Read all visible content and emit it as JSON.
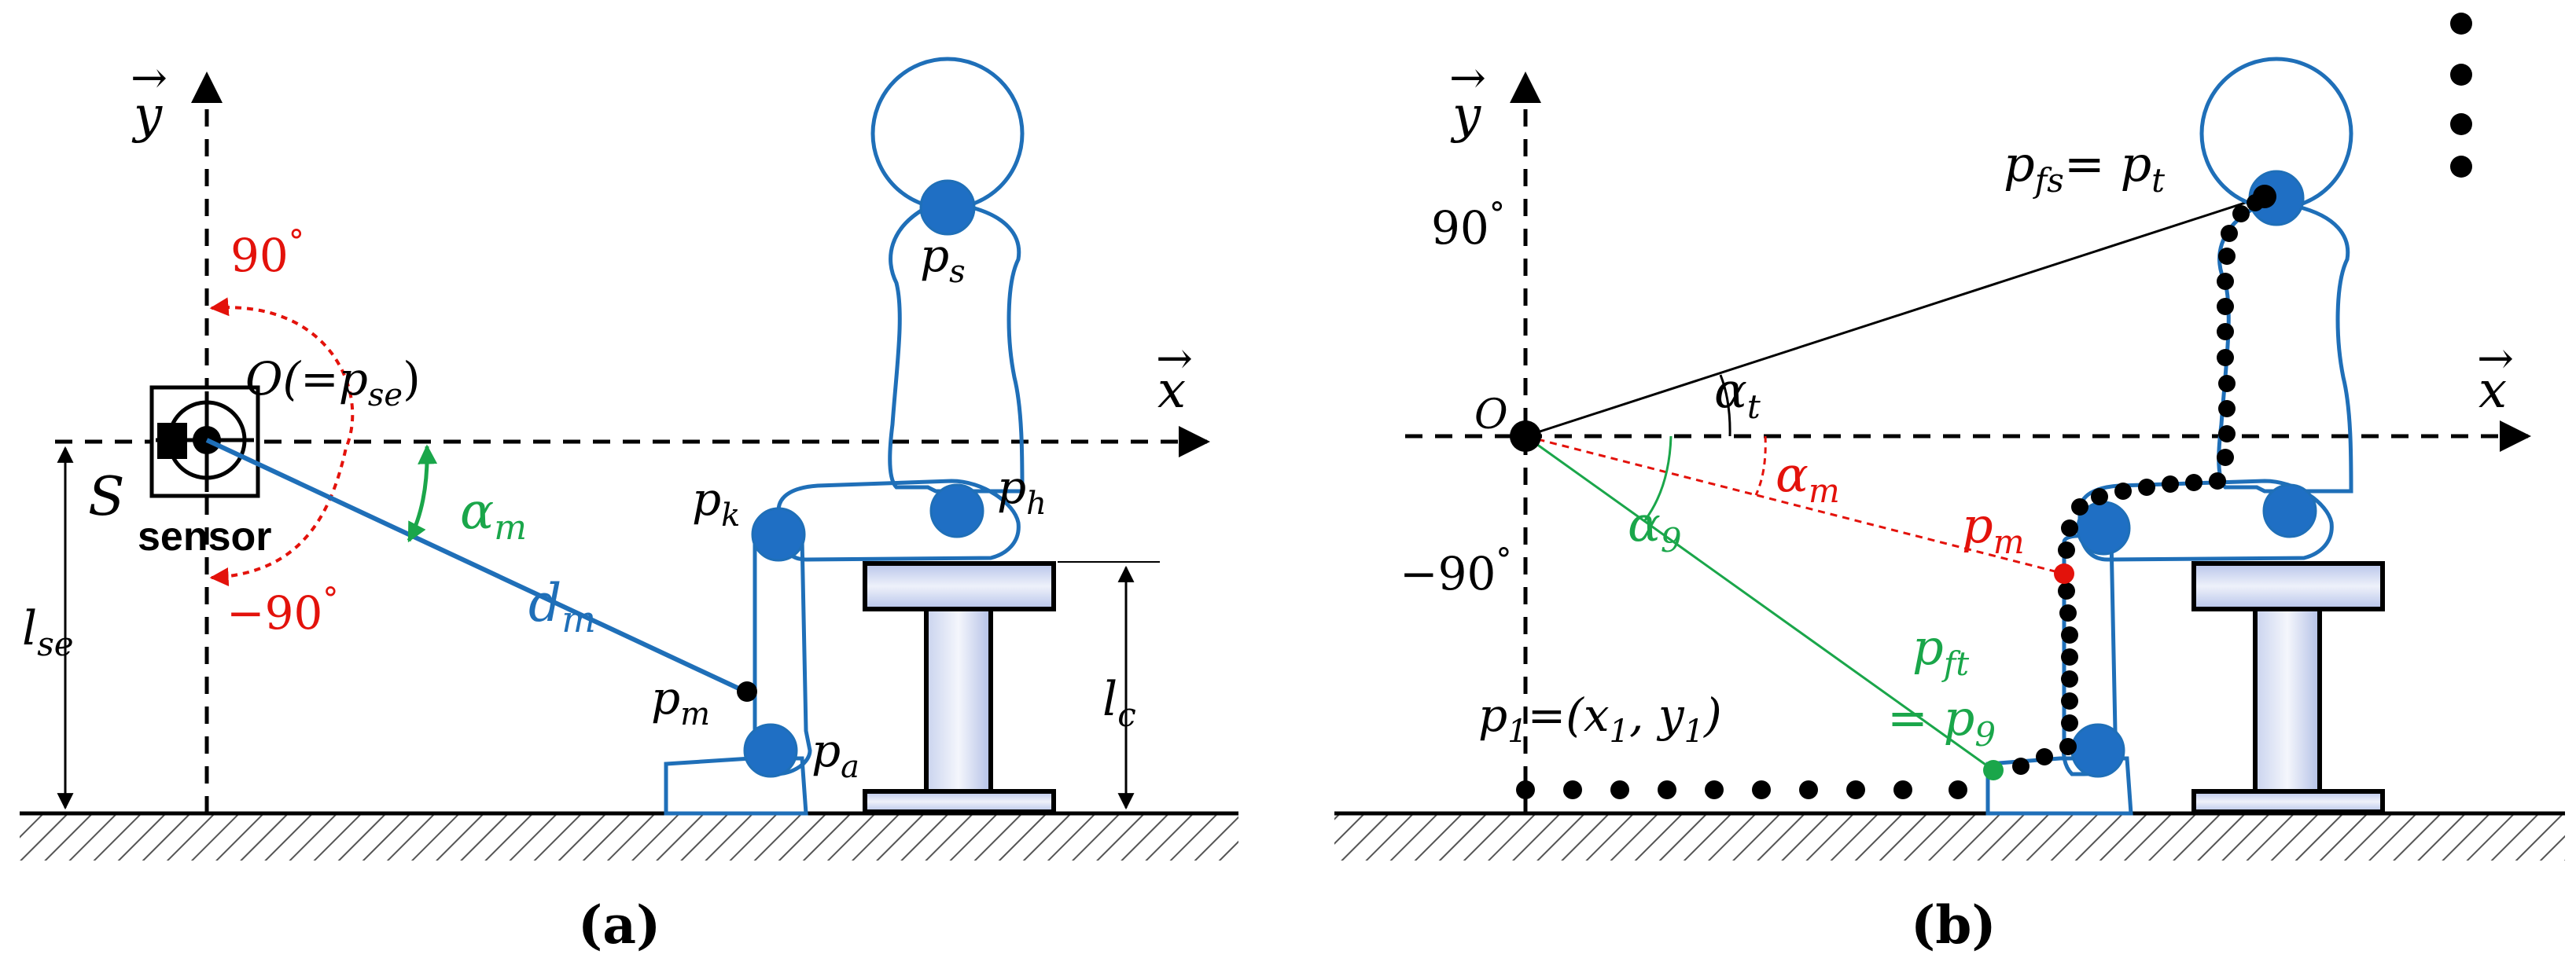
{
  "panel_a": {
    "caption": "(a)",
    "axis_y": "y",
    "axis_x": "x",
    "angle_pos": "90",
    "angle_neg": "−90",
    "deg": "°",
    "origin_label": "O(=p",
    "origin_sub": "se",
    "origin_close": ")",
    "sensor_label": "sensor",
    "s_label": "S",
    "l_se_main": "l",
    "l_se_sub": "se",
    "alpha_main": "α",
    "alpha_sub": "m",
    "d_main": "d",
    "d_sub": "m",
    "ps_main": "p",
    "ps_sub": "s",
    "pk_main": "p",
    "pk_sub": "k",
    "ph_main": "p",
    "ph_sub": "h",
    "pm_main": "p",
    "pm_sub": "m",
    "pa_main": "p",
    "pa_sub": "a",
    "lc_main": "l",
    "lc_sub": "c"
  },
  "panel_b": {
    "caption": "(b)",
    "axis_y": "y",
    "axis_x": "x",
    "angle_pos": "90",
    "angle_neg": "−90",
    "deg": "°",
    "origin_label": "O",
    "pfs_main": "p",
    "pfs_sub": "fs",
    "pfs_eq": "= p",
    "pt_sub": "t",
    "alpha_t_main": "α",
    "alpha_t_sub": "t",
    "alpha_m_main": "α",
    "alpha_m_sub": "m",
    "alpha_9_main": "α",
    "alpha_9_sub": "9",
    "pm_main": "p",
    "pm_sub": "m",
    "pft_main": "p",
    "pft_sub": "ft",
    "p9_eq": "= p",
    "p9_sub": "9",
    "p1_main": "p",
    "p1_sub": "1",
    "p1_eq": "=(x",
    "p1_x_sub": "1",
    "p1_mid": ", y",
    "p1_y_sub": "1",
    "p1_close": ")"
  },
  "colors": {
    "figure_blue": "#1f6fb8",
    "joint_fill": "#1f6fc4",
    "red": "#e3120b",
    "green": "#1aa64a",
    "black": "#000000"
  }
}
